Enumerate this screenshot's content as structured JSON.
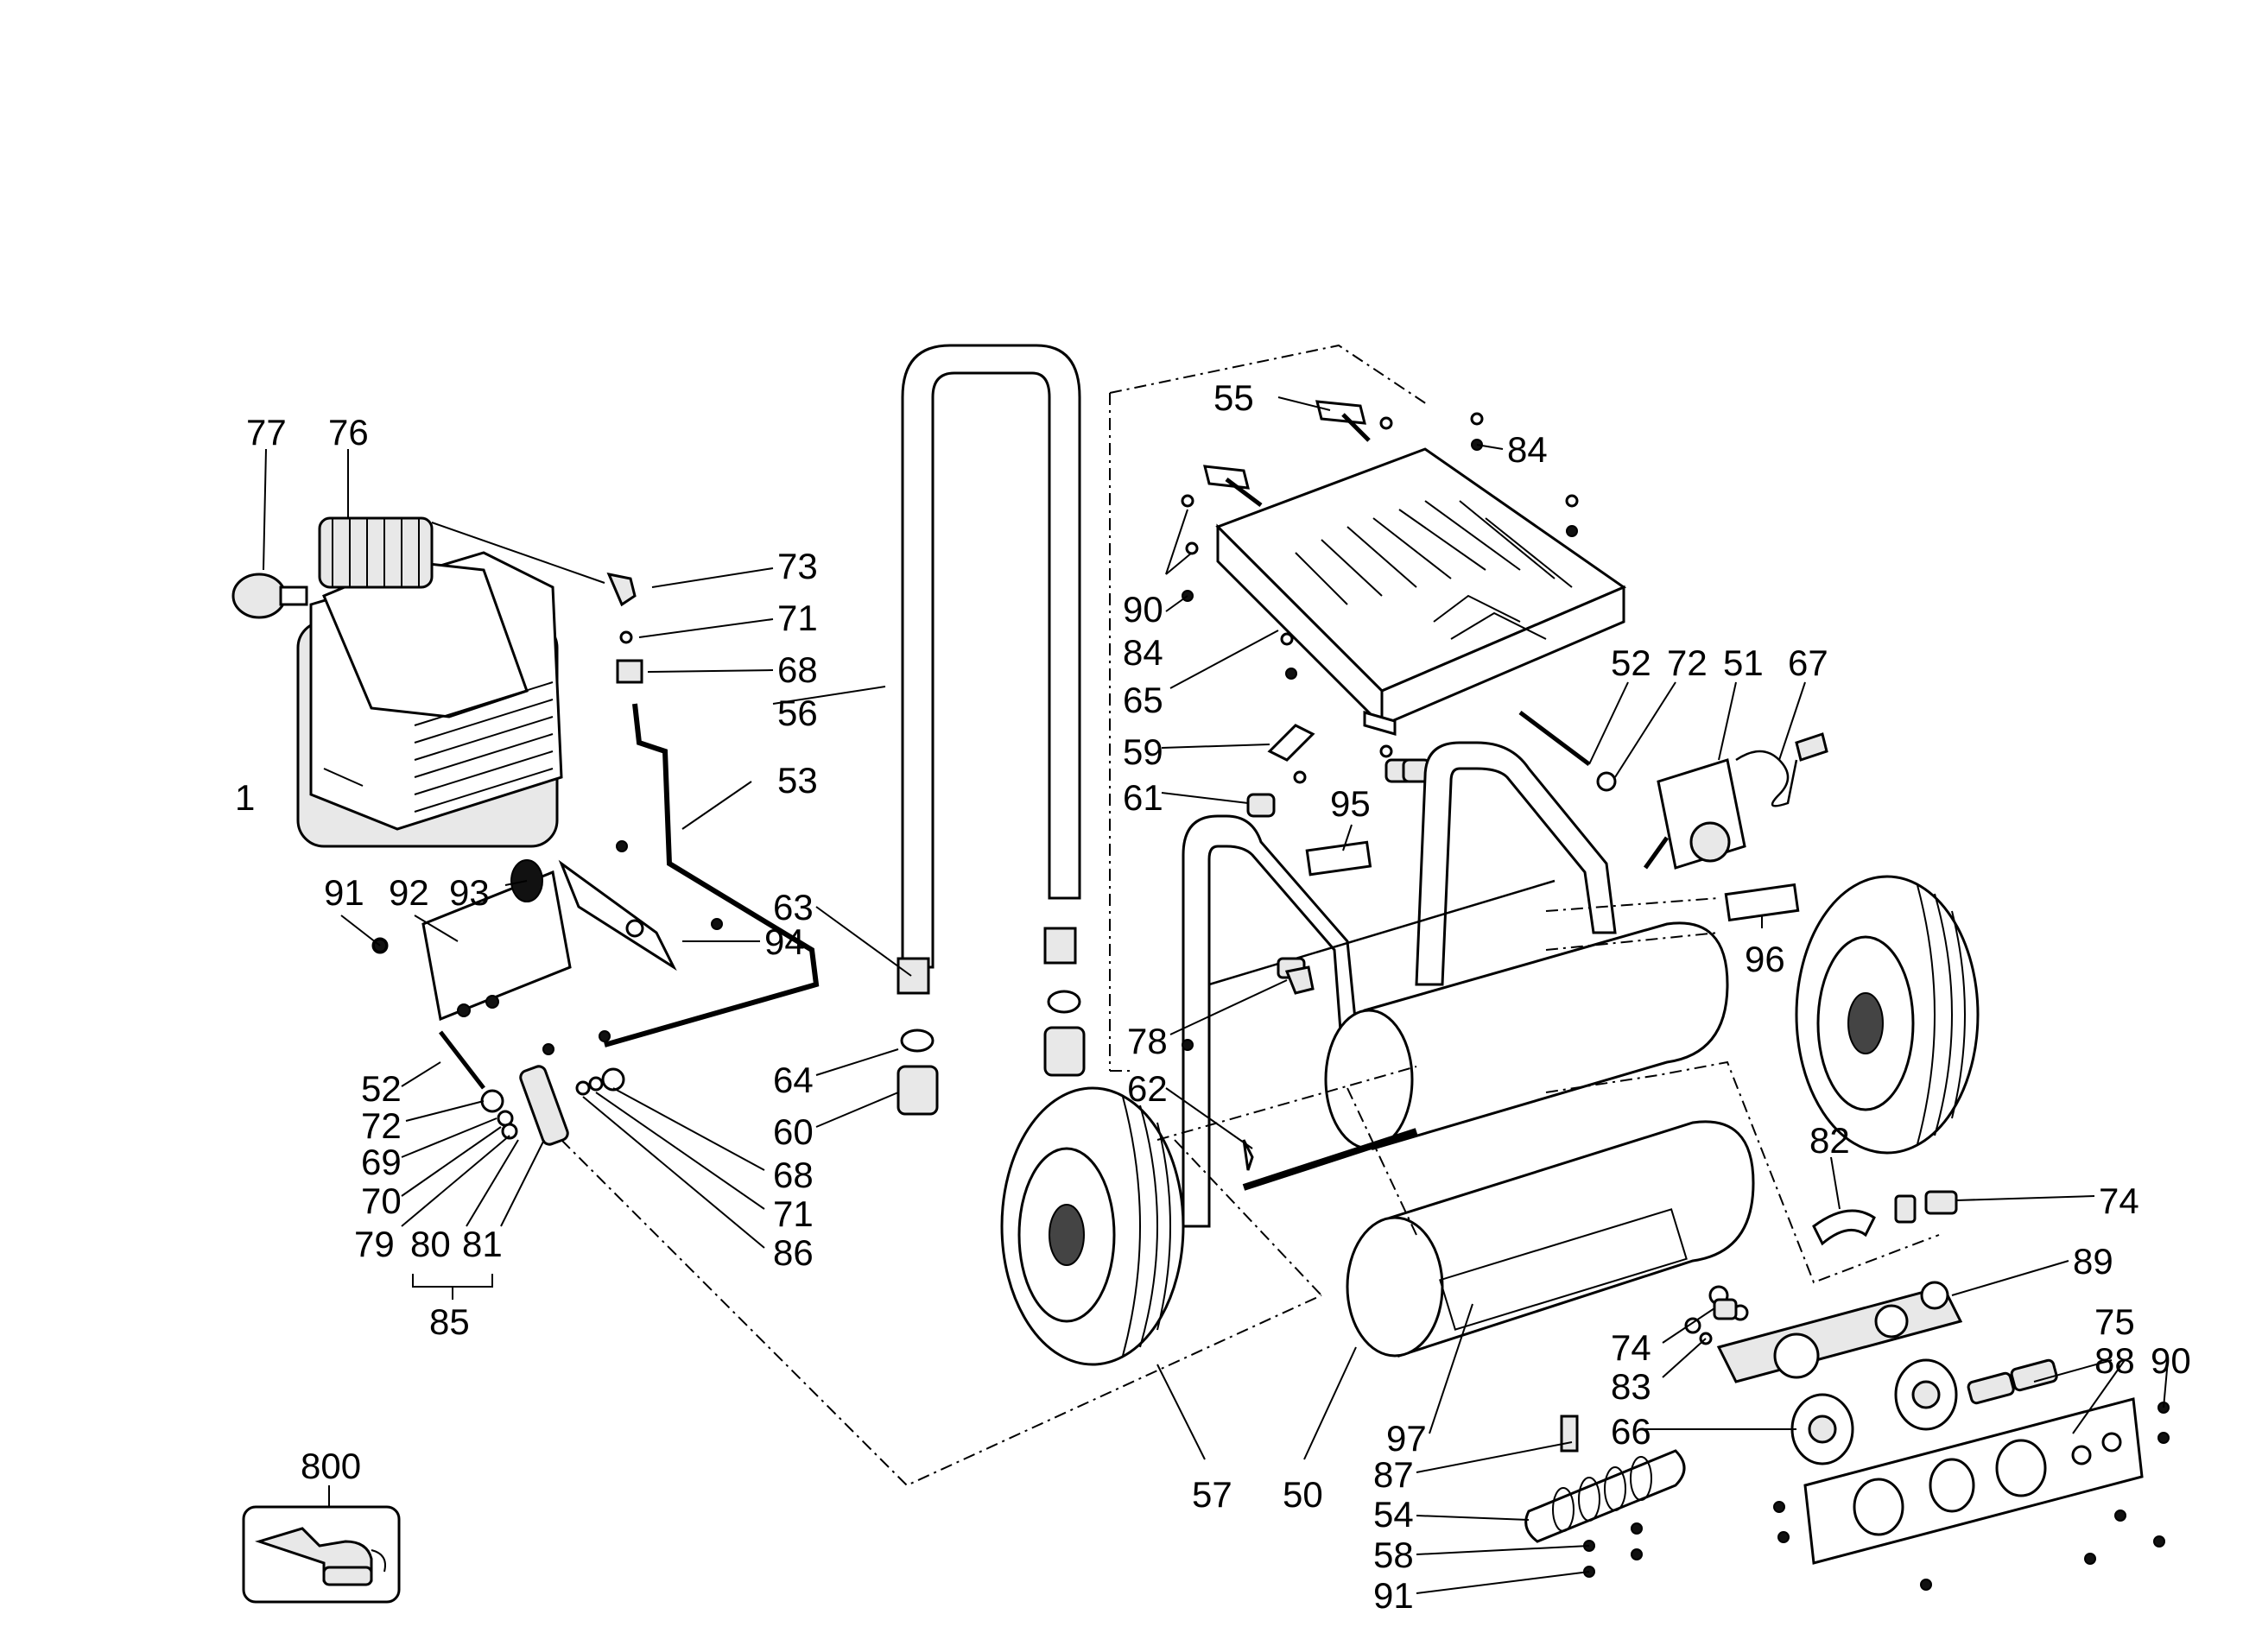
{
  "callouts": {
    "c1": "1",
    "c50": "50",
    "c51": "51",
    "c52a": "52",
    "c52b": "52",
    "c53": "53",
    "c54": "54",
    "c55": "55",
    "c56": "56",
    "c57": "57",
    "c58": "58",
    "c59": "59",
    "c60": "60",
    "c61": "61",
    "c62": "62",
    "c63": "63",
    "c64": "64",
    "c65": "65",
    "c66": "66",
    "c67": "67",
    "c68a": "68",
    "c68b": "68",
    "c69": "69",
    "c70": "70",
    "c71a": "71",
    "c71b": "71",
    "c72a": "72",
    "c72b": "72",
    "c73": "73",
    "c74a": "74",
    "c74b": "74",
    "c75": "75",
    "c76": "76",
    "c77": "77",
    "c78": "78",
    "c79": "79",
    "c80": "80",
    "c81": "81",
    "c82": "82",
    "c83": "83",
    "c84a": "84",
    "c84b": "84",
    "c85": "85",
    "c86": "86",
    "c87": "87",
    "c88": "88",
    "c89": "89",
    "c90a": "90",
    "c90b": "90",
    "c91a": "91",
    "c91b": "91",
    "c92": "92",
    "c93": "93",
    "c94": "94",
    "c95": "95",
    "c96": "96",
    "c97": "97",
    "c800": "800"
  }
}
